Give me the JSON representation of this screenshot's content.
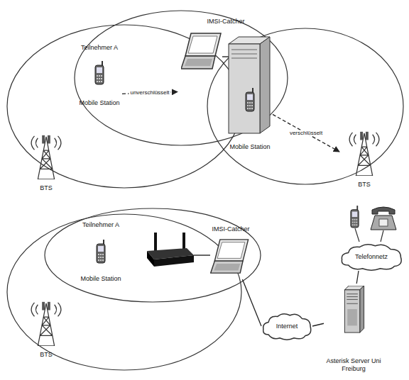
{
  "diagram": {
    "nodes": [
      {
        "text": [
          "BTS"
        ]
      },
      {
        "text": [
          "Teilnehmer A",
          "Mobile Station"
        ]
      },
      {
        "text": [
          "IMSI-Catcher"
        ]
      },
      {
        "text": [
          "Mobile Station"
        ],
        "in": 2
      },
      {
        "text": [
          "BTS"
        ]
      },
      {
        "text": [
          "Teilnehmer A",
          "Mobile Station"
        ]
      },
      {
        "text": [
          "IMSI-Catcher"
        ]
      },
      {
        "text": [
          "BTS"
        ]
      },
      {
        "text": [
          "Internet"
        ]
      },
      {
        "text": [
          "Telefonnetz"
        ]
      },
      {
        "text": [
          "Asterisk Server Uni Freiburg"
        ]
      }
    ],
    "edges": [
      {
        "from": 1,
        "to": 2,
        "arrow": "to",
        "label": "unverschlüsselt"
      },
      {
        "from": 3,
        "to": 4,
        "arrow": "to",
        "label": "verschlüsselt"
      },
      {
        "from": 6,
        "to": 8,
        "arrow": "none"
      },
      {
        "from": 8,
        "to": 10,
        "arrow": "none"
      },
      {
        "from": 10,
        "to": 9,
        "arrow": "none"
      }
    ]
  }
}
